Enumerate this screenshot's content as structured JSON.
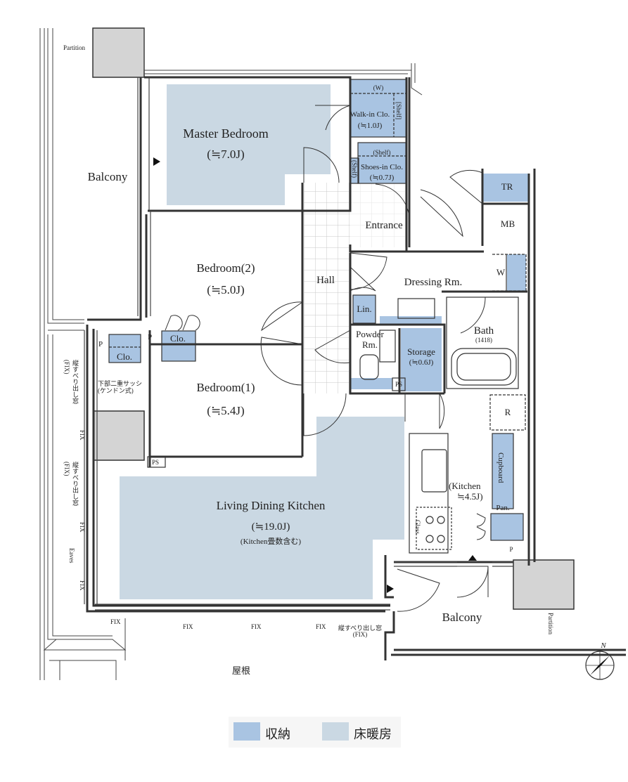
{
  "colors": {
    "storage_fill": "#a9c4e2",
    "floor_heating_fill": "#cad8e3",
    "wall": "#333333",
    "pillar": "#d4d4d4",
    "tile_line": "#c8c8c8"
  },
  "rooms": {
    "master_bedroom": {
      "name": "Master Bedroom",
      "size": "(≒7.0J)"
    },
    "bedroom2": {
      "name": "Bedroom(2)",
      "size": "(≒5.0J)"
    },
    "bedroom1": {
      "name": "Bedroom(1)",
      "size": "(≒5.4J)"
    },
    "ldk": {
      "name": "Living Dining Kitchen",
      "size": "(≒19.0J)",
      "note": "(Kitchen畳数含む)"
    },
    "kitchen": {
      "name": "(Kitchen",
      "size": "≒4.5J)"
    },
    "hall": "Hall",
    "entrance": "Entrance",
    "dressing": "Dressing Rm.",
    "powder": "Powder\nRm.",
    "bath": {
      "name": "Bath",
      "size": "(1418)"
    },
    "balcony_left": "Balcony",
    "balcony_bottom": "Balcony"
  },
  "storage": {
    "walkin": {
      "w": "(W)",
      "name": "Walk-in Clo.",
      "size": "(≒1.0J)",
      "shelf": "[Shelf]"
    },
    "shoesin": {
      "shelf": "(Shelf)",
      "shelf_side": "(Shelf)",
      "name": "Shoes-in Clo.",
      "size": "(≒0.7J)"
    },
    "storage": {
      "name": "Storage",
      "size": "(≒0.6J)"
    },
    "clo_b2": "Clo.",
    "clo_b1": "Clo.",
    "linen": "Lin.",
    "pantry": "Pan.",
    "cupboard": "Cupboard",
    "w_shelf": "W"
  },
  "fixtures": {
    "tr": "TR",
    "mb": "MB",
    "r": "R",
    "ps": "PS",
    "p": "P",
    "glass": "Glass",
    "partition": "Partition"
  },
  "window_notes": {
    "fix": "FIX",
    "fix_paren": "(FIX)",
    "vertical_sliding": "縦すべり出し窓",
    "double_sash": "下部二重サッシ",
    "kendon": "(ケンドン式)",
    "eaves": "Eaves",
    "vertical_sliding_fix_line1": "縦すべり出し窓",
    "vertical_sliding_fix_line2": "(FIX)",
    "roof": "屋根"
  },
  "compass": {
    "north": "N"
  },
  "legend": {
    "storage_label": "収納",
    "floor_heating_label": "床暖房"
  }
}
